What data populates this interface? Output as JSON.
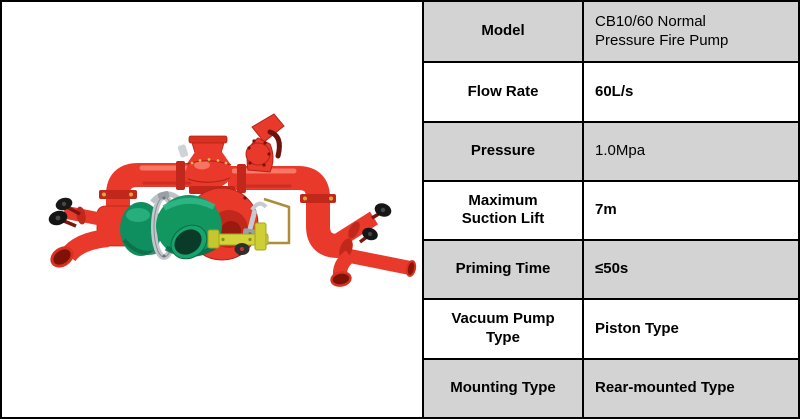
{
  "product": {
    "image_alt": "CB10/60 normal pressure fire pump manifold photo",
    "colors": {
      "pipe_red": "#e8392b",
      "pipe_red_dark": "#b3241a",
      "pump_green": "#11975f",
      "bracket_yellow": "#d2d43a",
      "row_gray": "#d3d3d3",
      "border_black": "#000000"
    }
  },
  "table": {
    "rows": [
      {
        "label": "Model",
        "value": "CB10/60 Normal\nPressure Fire Pump"
      },
      {
        "label": "Flow Rate",
        "value": "60L/s"
      },
      {
        "label": "Pressure",
        "value": "1.0Mpa"
      },
      {
        "label": "Maximum\nSuction Lift",
        "value": "7m"
      },
      {
        "label": "Priming Time",
        "value": "≤50s"
      },
      {
        "label": "Vacuum Pump\nType",
        "value": "Piston Type"
      },
      {
        "label": "Mounting Type",
        "value": "Rear-mounted Type"
      }
    ]
  }
}
